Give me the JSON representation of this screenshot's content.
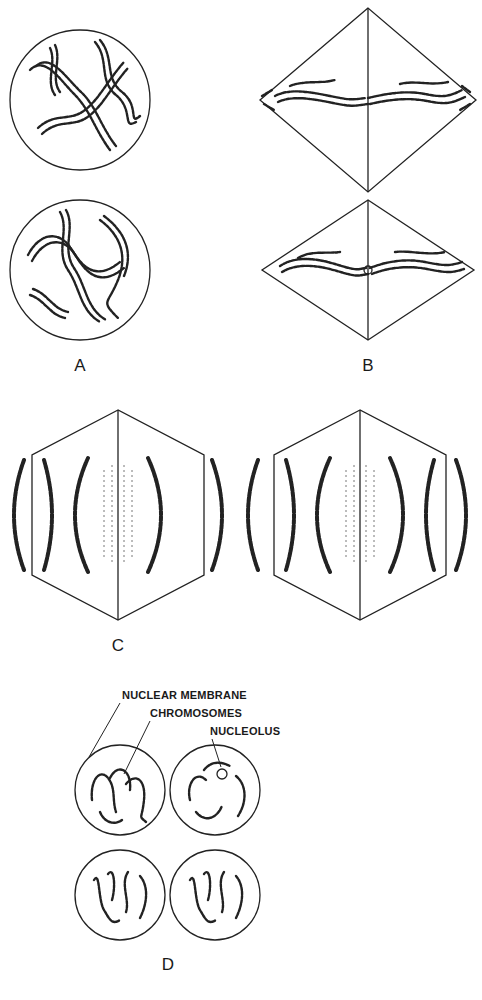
{
  "diagram": {
    "labels": [
      "A",
      "B",
      "C",
      "NUCLEAR MEMBRANE",
      "CHROMOSOMES",
      "NUCLEOLUS",
      "D"
    ]
  }
}
